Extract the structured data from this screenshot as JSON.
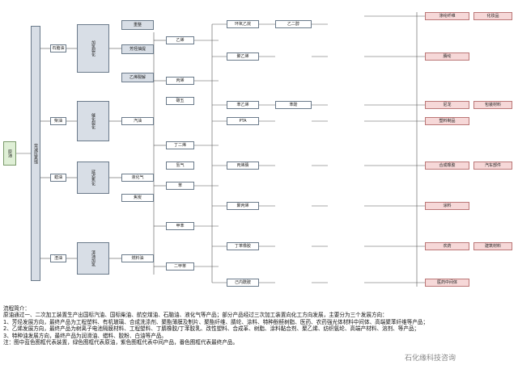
{
  "source": "原油",
  "atm": "常减压蒸馏",
  "l1": {
    "a": "石脑油",
    "b": "柴油",
    "c": "蜡油",
    "d": "渣油"
  },
  "l2": {
    "a": "加氢裂化",
    "b": "催化裂化",
    "c": "延迟焦化",
    "d": "渣油加氢"
  },
  "l3": {
    "a": "重整",
    "b": "芳烃抽提",
    "c": "乙烯裂解",
    "d": "汽油",
    "e": "液化气",
    "f": "焦炭",
    "g": "燃料油"
  },
  "mid": {
    "a": "乙烯",
    "b": "丙烯",
    "c": "丁二烯",
    "d": "苯",
    "e": "甲苯",
    "f": "二甲苯",
    "g": "碳五",
    "h": "氢气"
  },
  "chem": {
    "a": "环氧乙烷",
    "b": "聚乙烯",
    "c": "苯乙烯",
    "d": "PTA",
    "e": "丙烯腈",
    "f": "聚丙烯",
    "g": "丁苯橡胶",
    "h": "己内酰胺",
    "i": "乙二醇",
    "j": "苯酚"
  },
  "end": {
    "a": "涤纶纤维",
    "b": "腈纶",
    "c": "尼龙",
    "d": "塑料制品",
    "e": "合成橡胶",
    "f": "涂料",
    "g": "农药",
    "h": "医药中间体",
    "i": "化妆品",
    "j": "包装材料",
    "k": "汽车部件",
    "l": "建筑材料"
  },
  "note": [
    "流程简介：",
    "原油通过一、二次加工装置生产出国标汽油、国标柴油、航空煤油、石脑油、液化气等产品；部分产品经过三次加工装置向化工方向发展，主要分为三个发展方向：",
    "1、芳烃发展方向，最终产品为工程塑料、有机玻璃、合成洗涤剂、聚酯薄膜及制片、聚酯纤维、腈纶、涂料、特种酚醛树脂、医药、农药强光体材料中间体、高端聚苯纤维等产品；",
    "2、乙烯发展方向，最终产品为树离子电池隔膜材料、工程塑料、丁腈橡胶/丁苯胶乳、改性塑料、合成革、树脂、涂料黏合剂、聚乙烯、纺织氨纶、高端产材料、溶剂、等产品；",
    "3、特种油发展方向，最终产品为润滑油、蜡料、胶粉、白油等产品。",
    "注：图中蓝色图框代表装置，绿色图框代表原油，紫色图框代表中间产品，番色图框代表最终产品。"
  ],
  "brand": "石化缘科技咨询"
}
